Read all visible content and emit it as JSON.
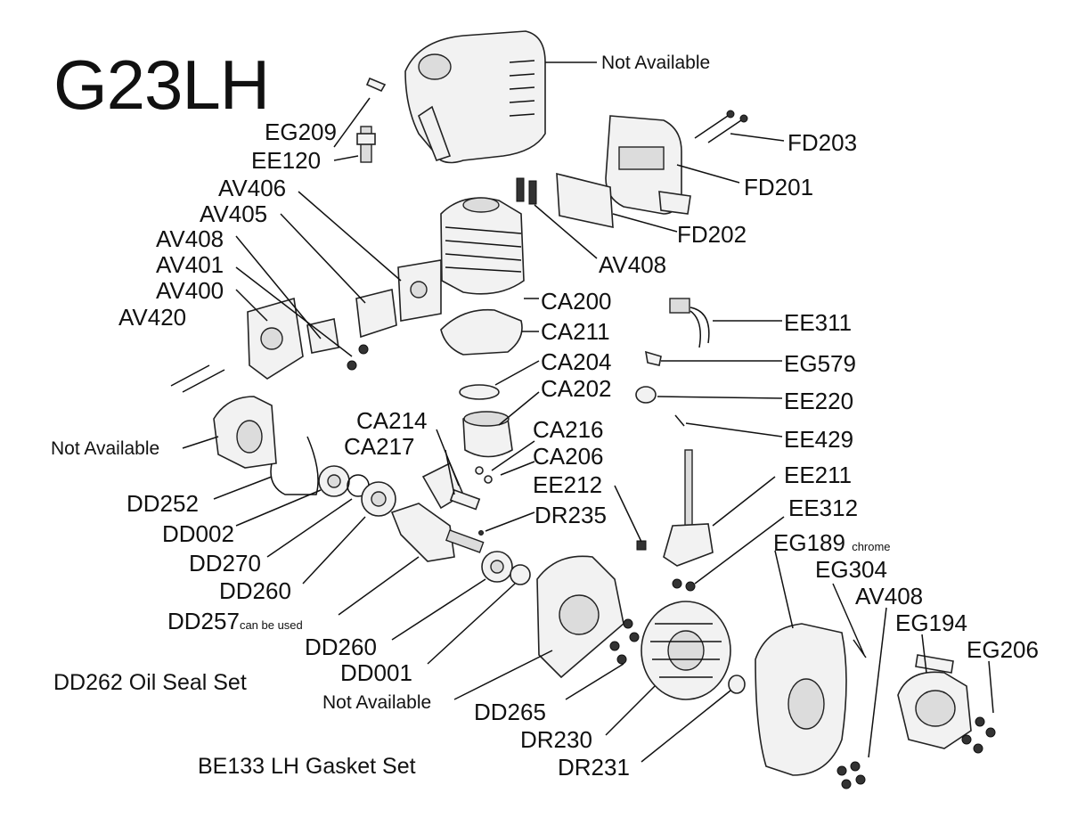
{
  "diagram": {
    "title": "G23LH",
    "labels": {
      "not_available_top": "Not Available",
      "fd203": "FD203",
      "fd201": "FD201",
      "fd202": "FD202",
      "av408_top": "AV408",
      "eg209": "EG209",
      "ee120": "EE120",
      "av406": "AV406",
      "av405": "AV405",
      "av408_left": "AV408",
      "av401": "AV401",
      "av400": "AV400",
      "av420": "AV420",
      "ca200": "CA200",
      "ca211": "CA211",
      "ca204": "CA204",
      "ca202": "CA202",
      "ca214": "CA214",
      "ca217": "CA217",
      "ca216": "CA216",
      "ca206": "CA206",
      "ee212": "EE212",
      "dr235": "DR235",
      "ee311": "EE311",
      "eg579": "EG579",
      "ee220": "EE220",
      "ee429": "EE429",
      "ee211": "EE211",
      "ee312": "EE312",
      "eg189": "EG189",
      "eg189_note": "chrome",
      "eg304": "EG304",
      "av408_right": "AV408",
      "eg194": "EG194",
      "eg206": "EG206",
      "not_available_left": "Not Available",
      "dd252": "DD252",
      "dd002": "DD002",
      "dd270": "DD270",
      "dd260_left": "DD260",
      "dd257": "DD257",
      "dd257_note": "can be used",
      "dd260_bottom": "DD260",
      "dd001": "DD001",
      "not_available_bottom": "Not Available",
      "dd265": "DD265",
      "dr230": "DR230",
      "dr231": "DR231"
    },
    "notes": {
      "oil_seal_set": "DD262 Oil Seal Set",
      "gasket_set": "BE133  LH Gasket Set"
    }
  }
}
